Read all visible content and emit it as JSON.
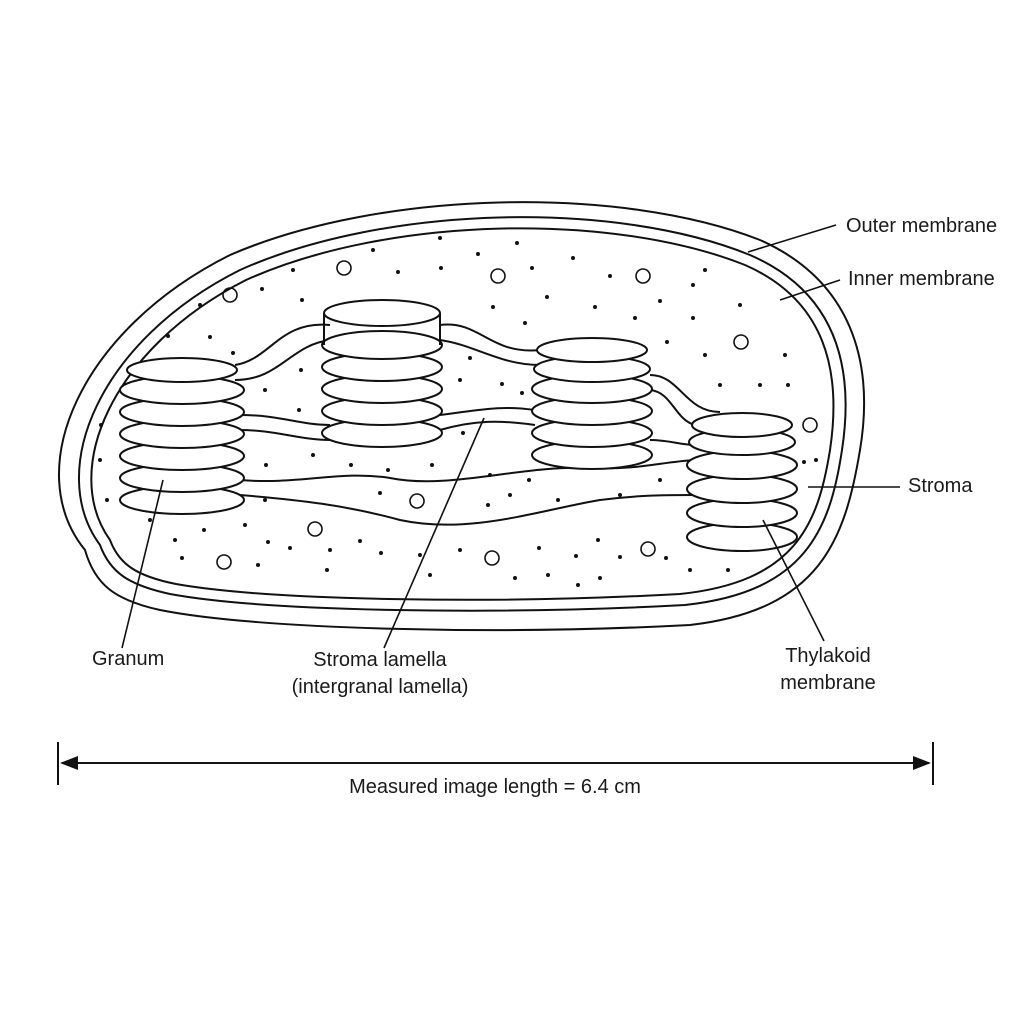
{
  "labels": {
    "outer_membrane": "Outer membrane",
    "inner_membrane": "Inner membrane",
    "stroma": "Stroma",
    "granum": "Granum",
    "stroma_lamella_line1": "Stroma lamella",
    "stroma_lamella_line2": "(intergranal lamella)",
    "thylakoid_line1": "Thylakoid",
    "thylakoid_line2": "membrane"
  },
  "scale_bar": {
    "text": "Measured image length = 6.4 cm"
  },
  "colors": {
    "line": "#111111",
    "background": "#ffffff"
  }
}
